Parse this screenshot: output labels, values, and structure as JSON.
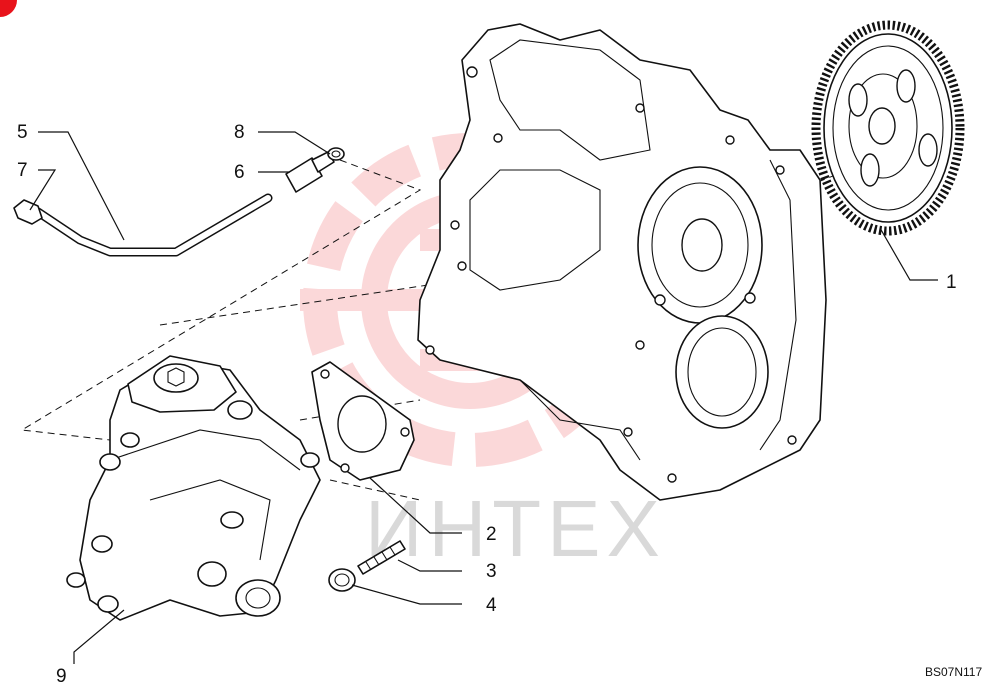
{
  "watermark": {
    "text": "ИНТЕХ",
    "color": "#e8131b"
  },
  "drawing_code": "BS07N117",
  "callouts": [
    {
      "id": "c1",
      "label": "1"
    },
    {
      "id": "c2",
      "label": "2"
    },
    {
      "id": "c3",
      "label": "3"
    },
    {
      "id": "c4",
      "label": "4"
    },
    {
      "id": "c5",
      "label": "5"
    },
    {
      "id": "c6",
      "label": "6"
    },
    {
      "id": "c7",
      "label": "7"
    },
    {
      "id": "c8",
      "label": "8"
    },
    {
      "id": "c9",
      "label": "9"
    }
  ]
}
